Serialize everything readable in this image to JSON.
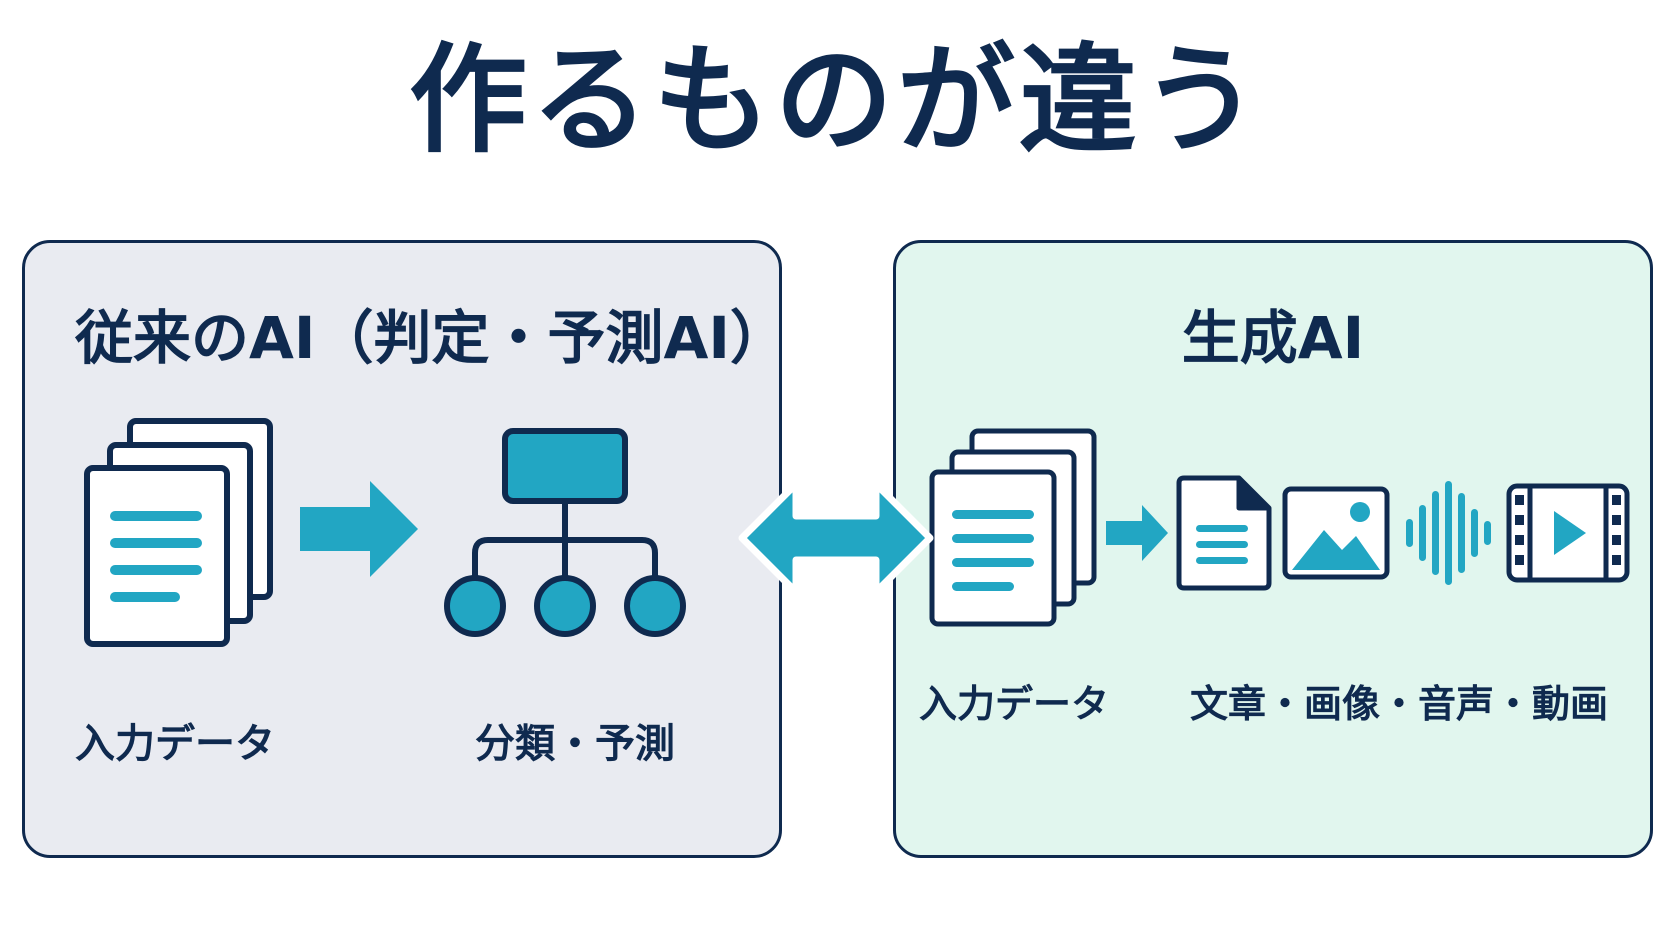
{
  "title": "作るものが違う",
  "left_panel": {
    "title": "従来のAI（判定・予測AI）",
    "input_label": "入力データ",
    "output_label": "分類・予測"
  },
  "right_panel": {
    "title": "生成AI",
    "input_label": "入力データ",
    "output_label": "文章・画像・音声・動画"
  },
  "icons": {
    "documents": "documents-stack-icon",
    "arrow": "right-arrow-icon",
    "tree": "classification-tree-icon",
    "double_arrow": "double-arrow-icon",
    "text_file": "text-file-icon",
    "image": "image-icon",
    "audio": "audio-waveform-icon",
    "video": "video-film-icon"
  },
  "colors": {
    "navy": "#0f2a4f",
    "teal": "#22a6c3",
    "left_bg": "#e9ebf1",
    "right_bg": "#e1f6ee"
  }
}
